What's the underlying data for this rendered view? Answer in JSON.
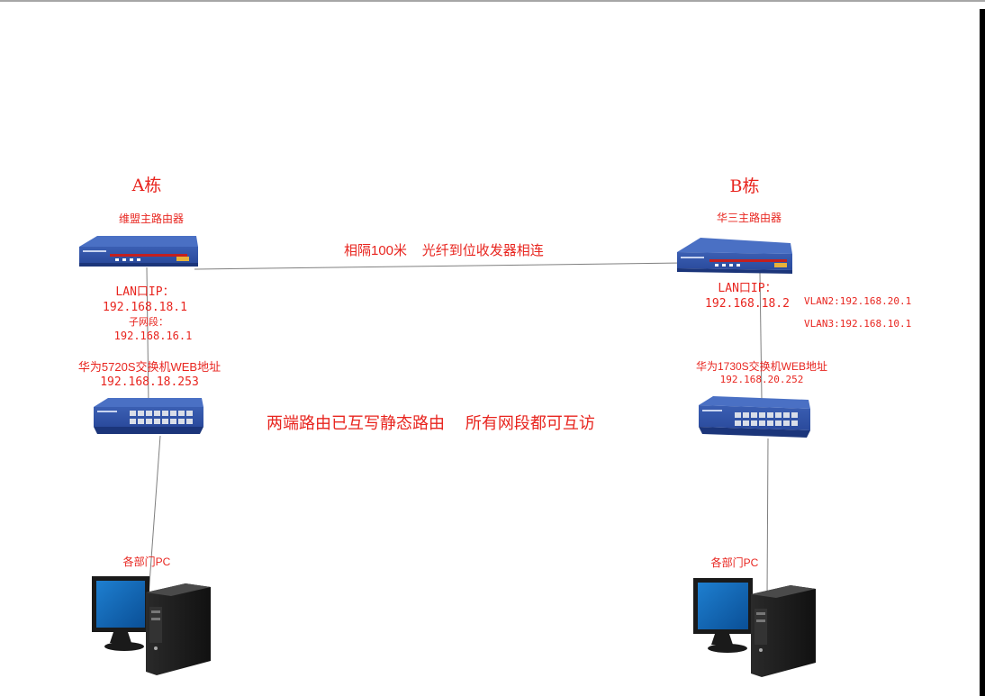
{
  "colors": {
    "label": "#e8251f",
    "device_blue": "#1f3f8f",
    "link_line": "#7f7f7f",
    "monitor_screen": "#0f5fa8"
  },
  "building_a": {
    "title": "A栋",
    "router_name": "维盟主路由器",
    "lan_ip_label": "LAN口IP：",
    "lan_ip": "192.168.18.1",
    "subnet_label": "子网段：",
    "subnet": "192.168.16.1",
    "switch_label": "华为5720S交换机WEB地址",
    "switch_ip": "192.168.18.253",
    "pc_label": "各部门PC"
  },
  "building_b": {
    "title": "B栋",
    "router_name": "华三主路由器",
    "lan_ip_label": "LAN口IP：",
    "lan_ip": "192.168.18.2",
    "vlan2": "VLAN2:192.168.20.1",
    "vlan3": "VLAN3:192.168.10.1",
    "switch_label": "华为1730S交换机WEB地址",
    "switch_ip": "192.168.20.252",
    "pc_label": "各部门PC"
  },
  "link_label": "相隔100米    光纤到位收发器相连",
  "note": "两端路由已互写静态路由    所有网段都可互访"
}
